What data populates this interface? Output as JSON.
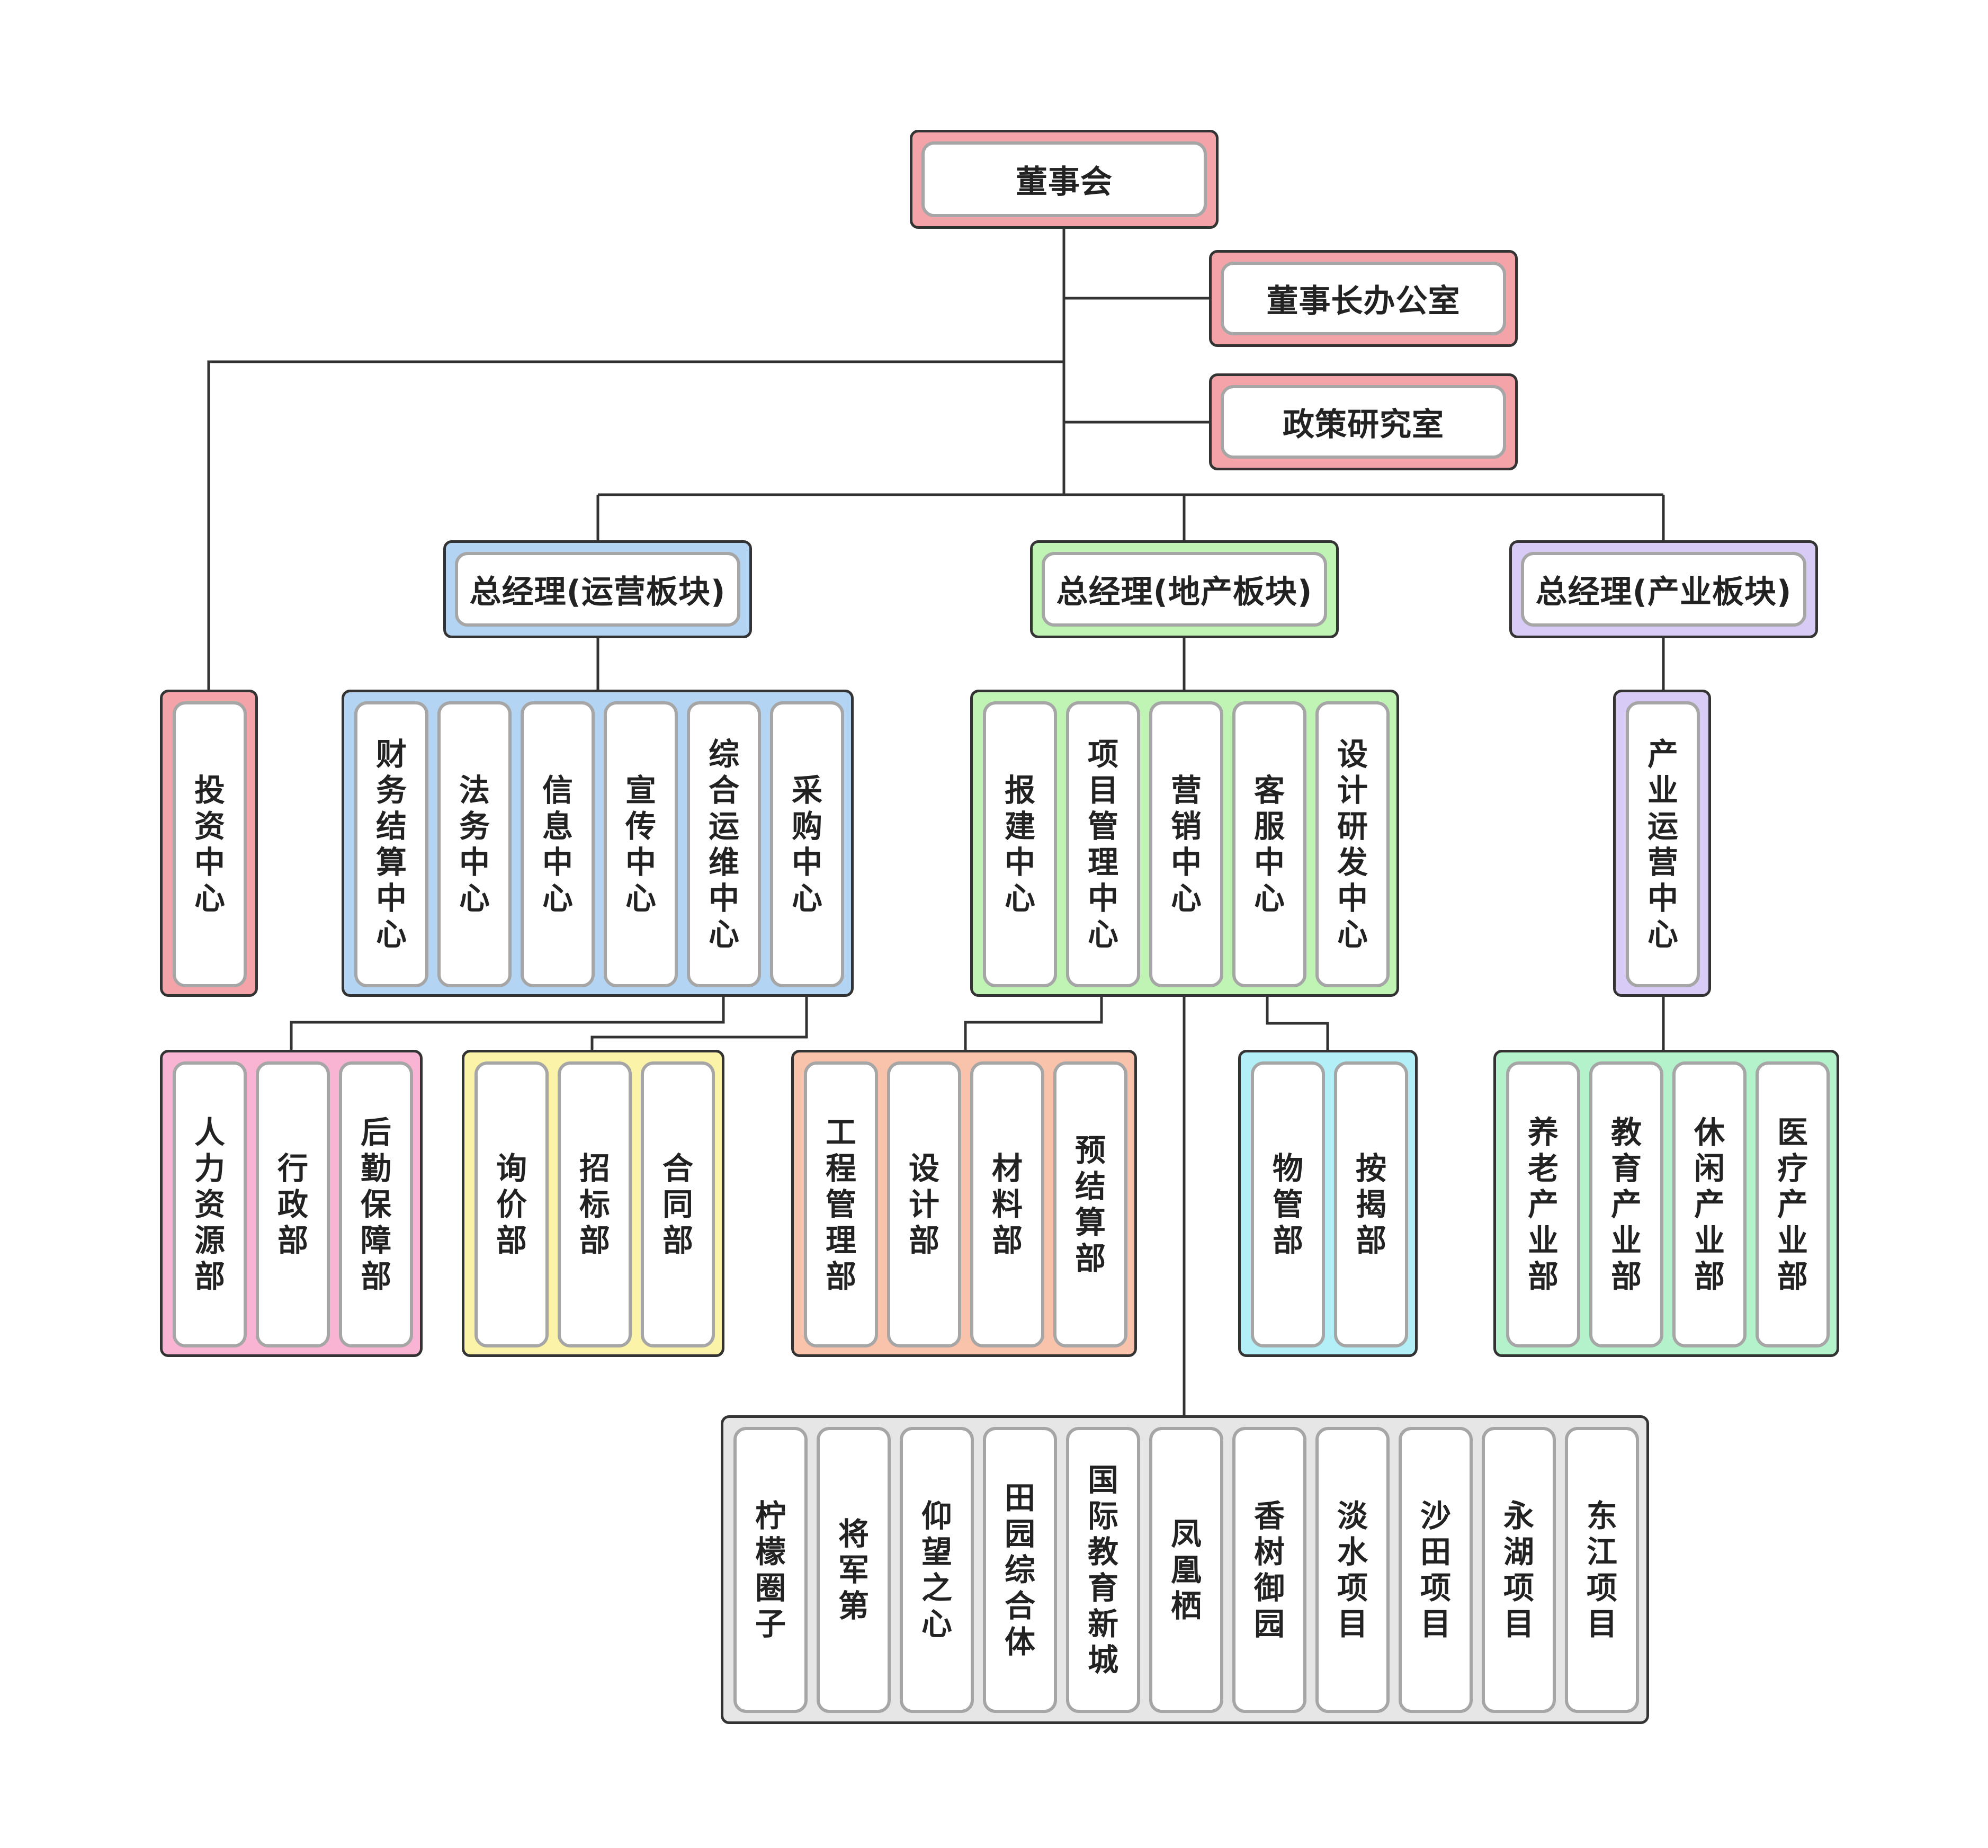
{
  "colors": {
    "line": "#333333",
    "inner_border": "#a6a6a6",
    "board": "#f4a4a8",
    "operations": "#b3d4f2",
    "real_estate": "#bff4b5",
    "industry": "#d8ccf6",
    "hr_group": "#f8b4d2",
    "procurement_group": "#fbf3a8",
    "project_group": "#f8c3aa",
    "service_group": "#b2eff6",
    "industry_group": "#b4f2cc",
    "projects_group": "#e6e6e6"
  },
  "board": "董事会",
  "chairman_office": "董事长办公室",
  "policy_office": "政策研究室",
  "investment_center": "投资中心",
  "gm_operations": "总经理(运营板块)",
  "gm_real_estate": "总经理(地产板块)",
  "gm_industry": "总经理(产业板块)",
  "operations_centers": [
    "财务结算中心",
    "法务中心",
    "信息中心",
    "宣传中心",
    "综合运维中心",
    "采购中心"
  ],
  "real_estate_centers": [
    "报建中心",
    "项目管理中心",
    "营销中心",
    "客服中心",
    "设计研发中心"
  ],
  "industry_center": "产业运营中心",
  "admin_departments": [
    "人力资源部",
    "行政部",
    "后勤保障部"
  ],
  "procurement_departments": [
    "询价部",
    "招标部",
    "合同部"
  ],
  "project_departments": [
    "工程管理部",
    "设计部",
    "材料部",
    "预结算部"
  ],
  "service_departments": [
    "物管部",
    "按揭部"
  ],
  "industry_departments": [
    "养老产业部",
    "教育产业部",
    "休闲产业部",
    "医疗产业部"
  ],
  "projects": [
    "柠檬圈子",
    "将军第",
    "仰望之心",
    "田园综合体",
    "国际教育新城",
    "凤凰栖",
    "香树御园",
    "淡水项目",
    "沙田项目",
    "永湖项目",
    "东江项目"
  ]
}
